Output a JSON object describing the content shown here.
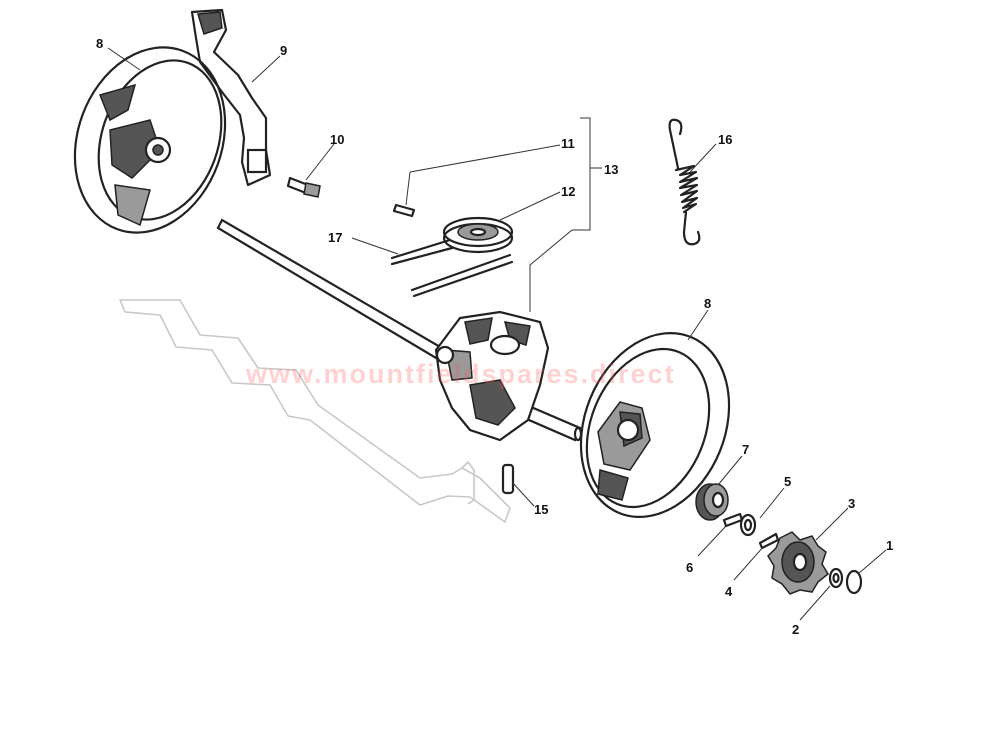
{
  "diagram": {
    "watermark": "www.mountfieldspares.direct",
    "callouts": {
      "wheel_left": "8",
      "bracket": "9",
      "bolt": "10",
      "key": "11",
      "pulley": "12",
      "group": "13",
      "spring": "16",
      "belt": "17",
      "pin": "15",
      "wheel_right": "8",
      "bearing": "7",
      "washer": "5",
      "spacer": "6",
      "gear": "3",
      "key_small": "4",
      "circlip": "1",
      "washer_small": "2"
    },
    "colors": {
      "line": "#222222",
      "ghost": "#c8c8c8",
      "watermark": "#ff5a5a"
    }
  }
}
